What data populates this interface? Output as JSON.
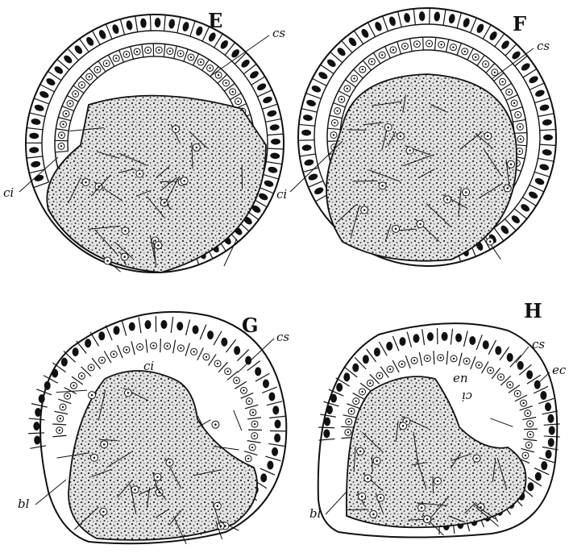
{
  "panels": [
    {
      "id": "E",
      "letter": "E",
      "labels": {
        "cs": "cs",
        "ci": "ci"
      }
    },
    {
      "id": "F",
      "letter": "F",
      "labels": {
        "cs": "cs",
        "ci": "ci"
      }
    },
    {
      "id": "G",
      "letter": "G",
      "labels": {
        "cs": "cs",
        "ci": "ci",
        "bl": "bl"
      }
    },
    {
      "id": "H",
      "letter": "H",
      "labels": {
        "cs": "cs",
        "ec": "ec",
        "en": "en",
        "ci": "ci",
        "bl": "bl"
      }
    }
  ],
  "colors": {
    "ink": "#111111",
    "paper": "#ffffff",
    "yolk_fill": "#d9d9d9"
  }
}
